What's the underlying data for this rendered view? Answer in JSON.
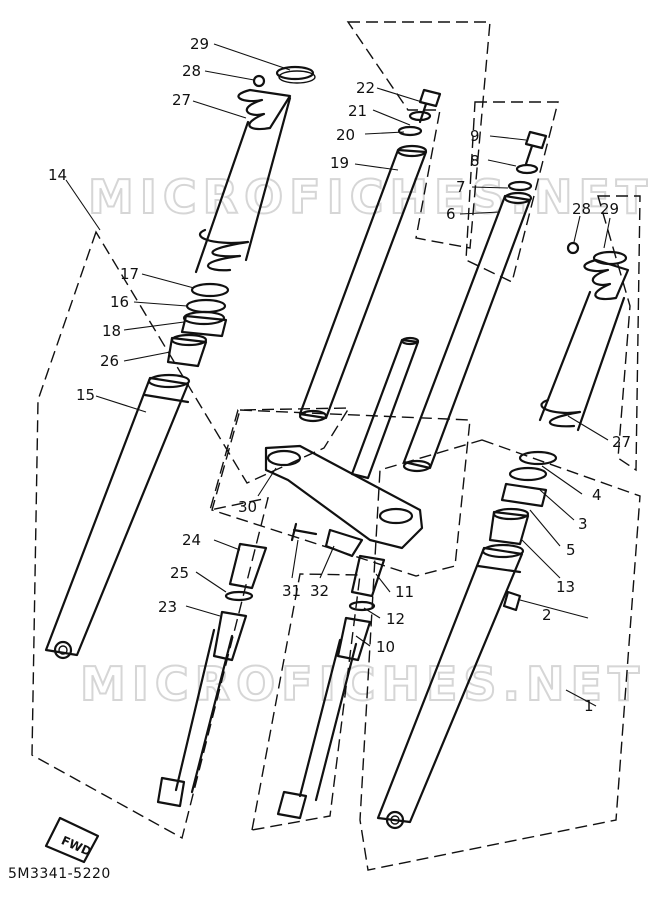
{
  "diagram": {
    "watermark": "MICROFICHES.NET",
    "direction_label": "FWD",
    "drawing_code": "5M3341-5220",
    "callouts": [
      "1",
      "2",
      "3",
      "4",
      "5",
      "6",
      "7",
      "8",
      "9",
      "10",
      "11",
      "12",
      "13",
      "14",
      "15",
      "16",
      "17",
      "18",
      "19",
      "20",
      "21",
      "22",
      "23",
      "24",
      "25",
      "26",
      "27",
      "28",
      "29",
      "30",
      "31",
      "32"
    ],
    "right_callouts": {
      "p27": "27",
      "p28": "28",
      "p29": "29"
    }
  }
}
